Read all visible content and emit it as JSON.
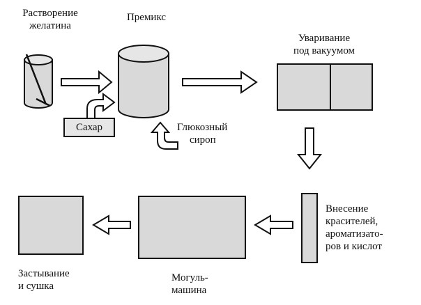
{
  "labels": {
    "gelatin": [
      "Растворение",
      "желатина"
    ],
    "premix": [
      "Премикс"
    ],
    "vacuum": [
      "Уваривание",
      "под вакуумом"
    ],
    "sugar": [
      "Сахар"
    ],
    "glucose": [
      "Глюкозный",
      "сироп"
    ],
    "additives": [
      "Внесение",
      "красителей,",
      "ароматизато-",
      "ров и кислот"
    ],
    "setting": [
      "Застывание",
      "и сушка"
    ],
    "mogul": [
      "Могуль-",
      "машина"
    ]
  },
  "colors": {
    "stroke": "#111111",
    "fill_gray": "#d9d9d9",
    "arrow_fill": "#ffffff"
  }
}
